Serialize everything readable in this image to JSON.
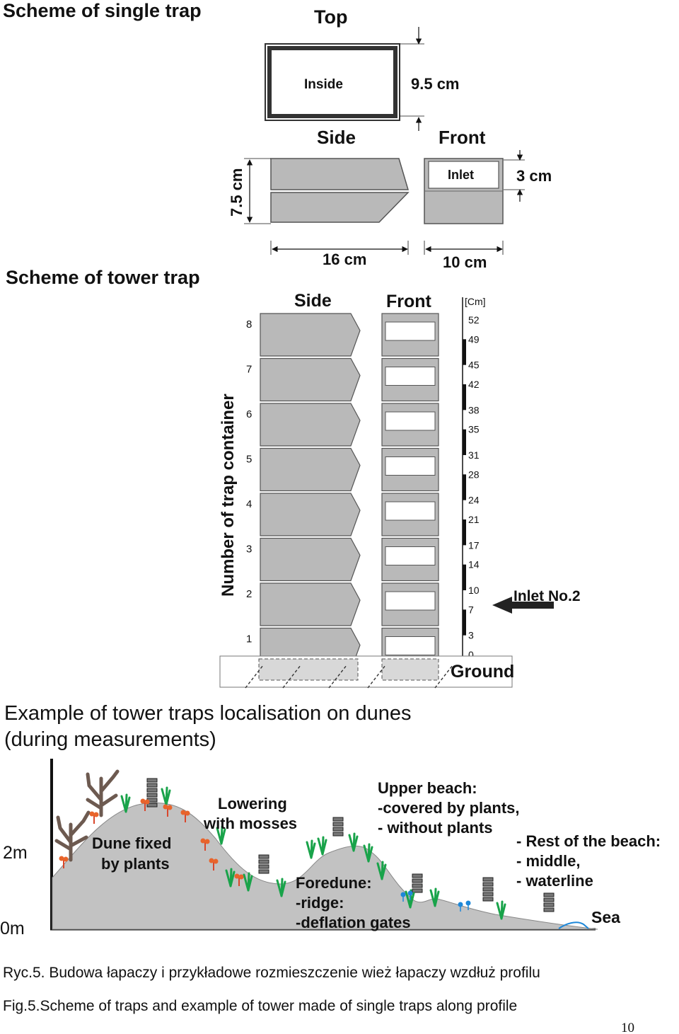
{
  "single_trap": {
    "title": "Scheme of single trap",
    "top_label": "Top",
    "inside_label": "Inside",
    "dim_depth": "9.5 cm",
    "side_label": "Side",
    "front_label": "Front",
    "inlet_label": "Inlet",
    "dim_inlet": "3 cm",
    "dim_height": "7.5 cm",
    "dim_side_width": "16 cm",
    "dim_front_width": "10 cm"
  },
  "tower_trap": {
    "title": "Scheme of tower trap",
    "side_label": "Side",
    "front_label": "Front",
    "axis_title": "Number of trap container",
    "container_numbers": [
      "1",
      "2",
      "3",
      "4",
      "5",
      "6",
      "7",
      "8"
    ],
    "scale_unit": "[Cm]",
    "scale_values": [
      "0",
      "3",
      "7",
      "10",
      "14",
      "17",
      "21",
      "24",
      "28",
      "31",
      "35",
      "38",
      "42",
      "45",
      "49",
      "52"
    ],
    "inlet_pointer": "Inlet No.2",
    "ground_label": "Ground"
  },
  "dune_example": {
    "title_line1": "Example of tower traps localisation  on dunes",
    "title_line2": "(during measurements)",
    "y_top": "2m",
    "y_bottom": "0m",
    "dune_fixed": [
      "Dune fixed",
      "by plants"
    ],
    "lowering": [
      "Lowering",
      "with mosses"
    ],
    "upper_beach": [
      "Upper beach:",
      "-covered by plants,",
      "- without plants"
    ],
    "foredune": [
      "Foredune:",
      "-ridge:",
      "-deflation gates"
    ],
    "rest_beach": [
      "- Rest of the beach:",
      "- middle,",
      "- waterline"
    ],
    "sea_label": "Sea"
  },
  "captions": {
    "polish": "Ryc.5. Budowa łapaczy i przykładowe rozmieszczenie wież łapaczy wzdłuż profilu",
    "english": "Fig.5.Scheme of traps and example of tower made of single traps along profile"
  },
  "page_number": "10",
  "colors": {
    "trap_fill": "#b9b9b9",
    "dune_fill": "#c2c2c2",
    "plant_green": "#19a34a",
    "flower_orange": "#e8642b",
    "moss_blue": "#1e88d9",
    "shrub_brown": "#6d5a50"
  }
}
